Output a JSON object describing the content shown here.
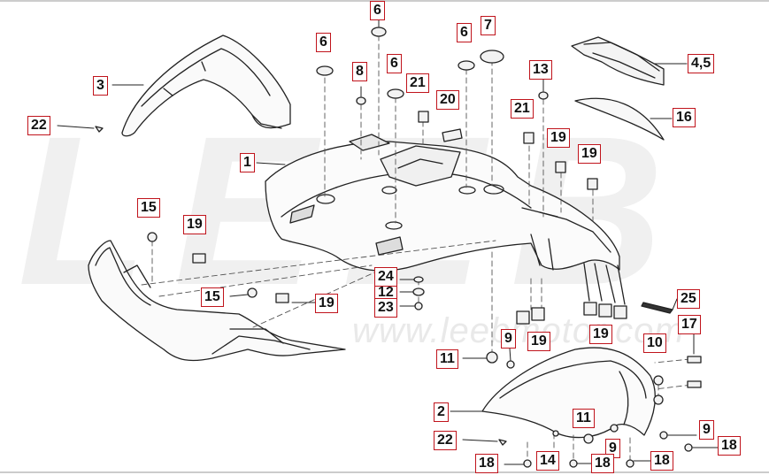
{
  "watermark": {
    "logo": "LEEB",
    "url": "www.leebmotor.com"
  },
  "colors": {
    "callout_border": "#c0141c",
    "line": "#222222"
  },
  "callouts": [
    {
      "id": "c1",
      "label": "1"
    },
    {
      "id": "c2",
      "label": "2"
    },
    {
      "id": "c3",
      "label": "3"
    },
    {
      "id": "c45",
      "label": "4,5"
    },
    {
      "id": "c6a",
      "label": "6"
    },
    {
      "id": "c6b",
      "label": "6"
    },
    {
      "id": "c6c",
      "label": "6"
    },
    {
      "id": "c6d",
      "label": "6"
    },
    {
      "id": "c7",
      "label": "7"
    },
    {
      "id": "c8",
      "label": "8"
    },
    {
      "id": "c9a",
      "label": "9"
    },
    {
      "id": "c9b",
      "label": "9"
    },
    {
      "id": "c9c",
      "label": "9"
    },
    {
      "id": "c10",
      "label": "10"
    },
    {
      "id": "c11a",
      "label": "11"
    },
    {
      "id": "c11b",
      "label": "11"
    },
    {
      "id": "c12",
      "label": "12"
    },
    {
      "id": "c13",
      "label": "13"
    },
    {
      "id": "c14",
      "label": "14"
    },
    {
      "id": "c15a",
      "label": "15"
    },
    {
      "id": "c15b",
      "label": "15"
    },
    {
      "id": "c16",
      "label": "16"
    },
    {
      "id": "c17",
      "label": "17"
    },
    {
      "id": "c18a",
      "label": "18"
    },
    {
      "id": "c18b",
      "label": "18"
    },
    {
      "id": "c18c",
      "label": "18"
    },
    {
      "id": "c18d",
      "label": "18"
    },
    {
      "id": "c19a",
      "label": "19"
    },
    {
      "id": "c19b",
      "label": "19"
    },
    {
      "id": "c19c",
      "label": "19"
    },
    {
      "id": "c19d",
      "label": "19"
    },
    {
      "id": "c19e",
      "label": "19"
    },
    {
      "id": "c19f",
      "label": "19"
    },
    {
      "id": "c20",
      "label": "20"
    },
    {
      "id": "c21a",
      "label": "21"
    },
    {
      "id": "c21b",
      "label": "21"
    },
    {
      "id": "c22a",
      "label": "22"
    },
    {
      "id": "c22b",
      "label": "22"
    },
    {
      "id": "c23",
      "label": "23"
    },
    {
      "id": "c24",
      "label": "24"
    },
    {
      "id": "c25",
      "label": "25"
    }
  ]
}
